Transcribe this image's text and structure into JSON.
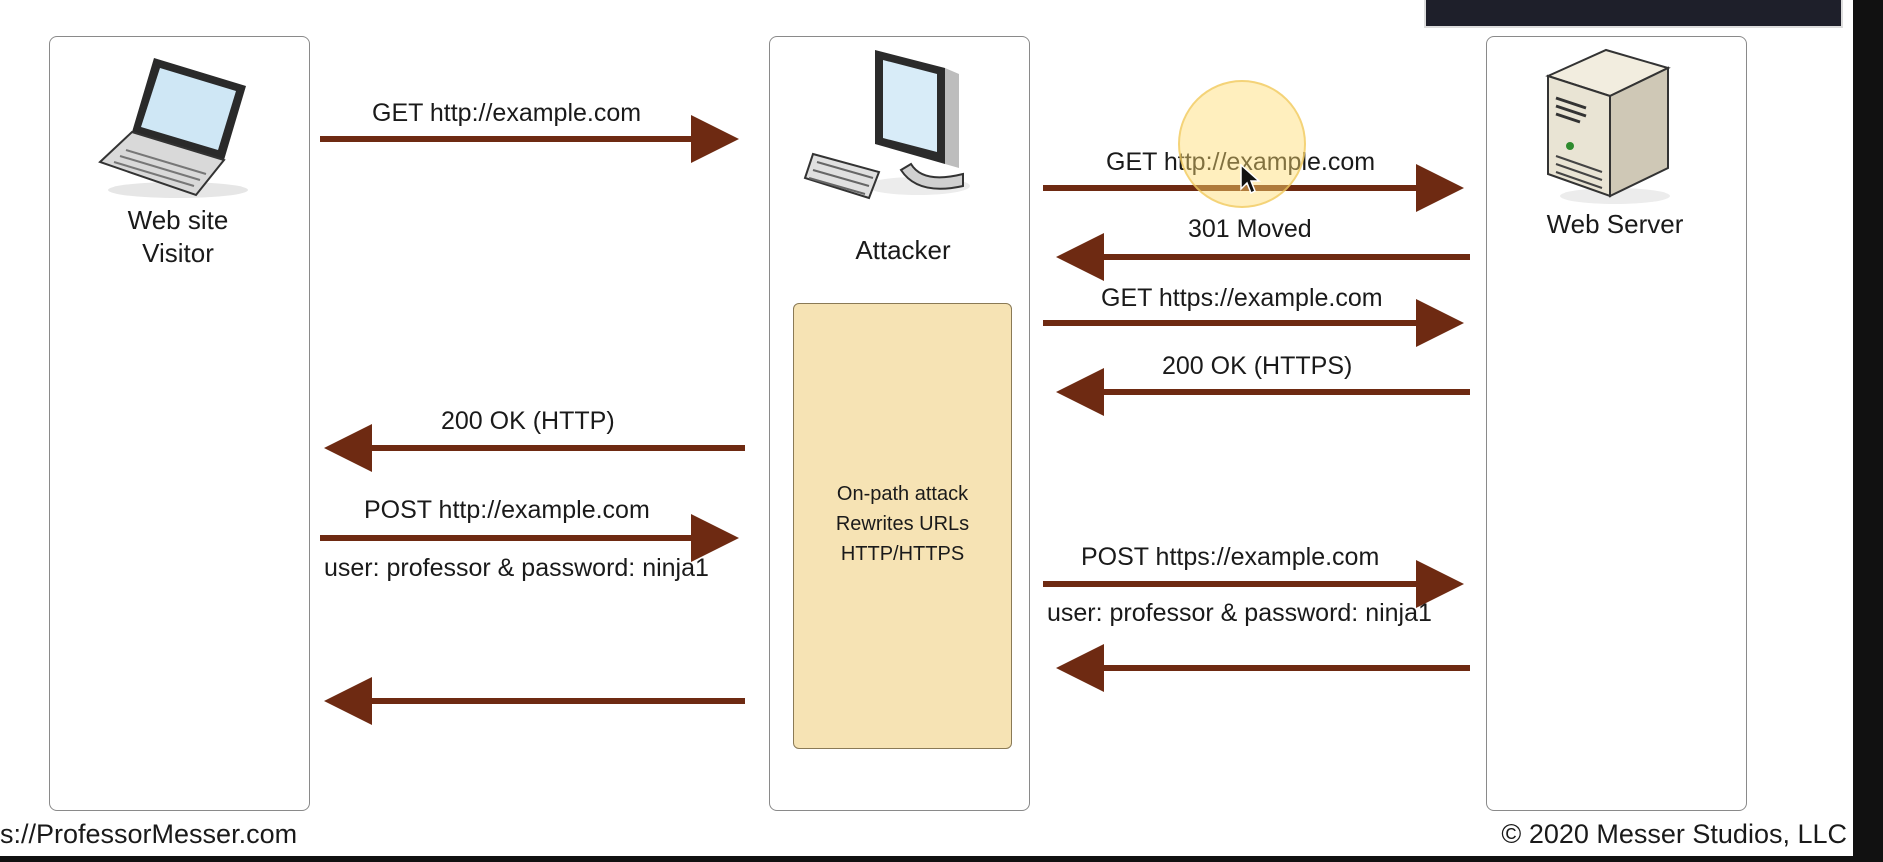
{
  "lanes": {
    "visitor": "Web site\nVisitor",
    "attacker": "Attacker",
    "server": "Web Server"
  },
  "attack_box": "On-path attack\nRewrites URLs\nHTTP/HTTPS",
  "messages": {
    "m1": "GET http://example.com",
    "m2": "GET http://example.com",
    "m3": "301 Moved",
    "m4": "GET https://example.com",
    "m5": "200 OK (HTTPS)",
    "m6": "200 OK (HTTP)",
    "m7": "POST http://example.com",
    "m7b": "user: professor & password: ninja1",
    "m8": "POST https://example.com",
    "m8b": "user: professor & password: ninja1"
  },
  "footer": {
    "left": "s://ProfessorMesser.com",
    "right": "© 2020 Messer Studios, LLC"
  },
  "colors": {
    "arrow": "#6e2a12",
    "box_fill": "#f6e3b4"
  },
  "icons": [
    "laptop-icon",
    "desktop-computer-icon",
    "server-tower-icon",
    "mouse-cursor-icon"
  ]
}
